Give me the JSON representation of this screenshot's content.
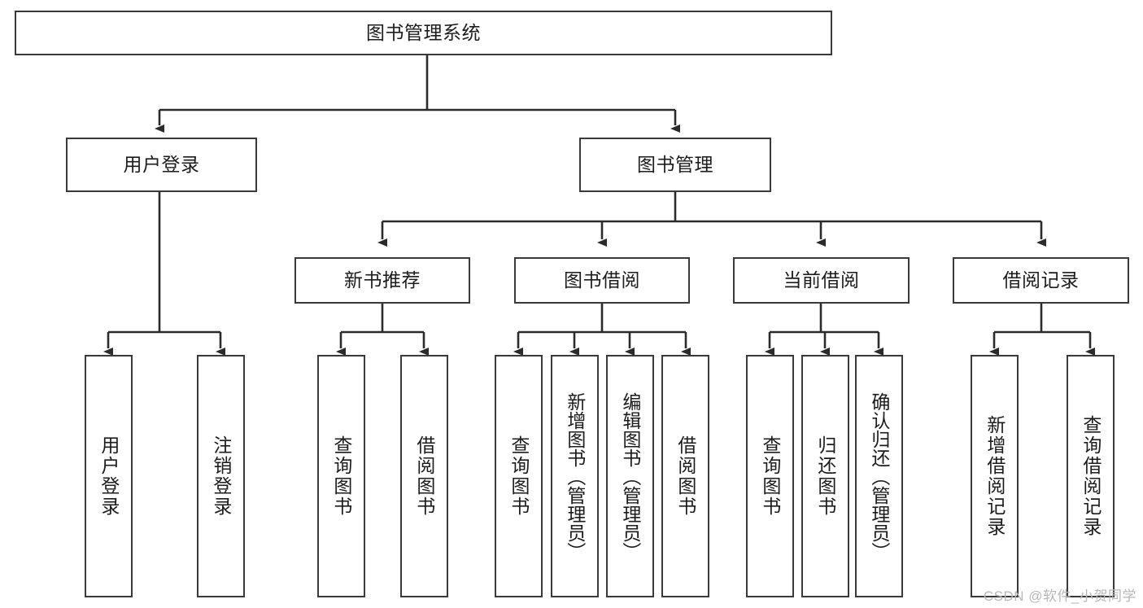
{
  "diagram": {
    "title": "图书管理系统",
    "type": "tree-hierarchy",
    "colors": {
      "box_border": "#3a3a3a",
      "box_fill": "#ffffff",
      "connector": "#2b2b2b",
      "text": "#1c1c1c",
      "watermark": "#b8b8b8",
      "background": "#ffffff"
    },
    "root": {
      "label": "图书管理系统"
    },
    "level2": [
      {
        "label": "用户登录"
      },
      {
        "label": "图书管理"
      }
    ],
    "level3": [
      {
        "label": "新书推荐"
      },
      {
        "label": "图书借阅"
      },
      {
        "label": "当前借阅"
      },
      {
        "label": "借阅记录"
      }
    ],
    "leaves": {
      "user_login": [
        {
          "label": "用户登录"
        },
        {
          "label": "注销登录"
        }
      ],
      "new_book_recommend": [
        {
          "label": "查询图书"
        },
        {
          "label": "借阅图书"
        }
      ],
      "book_borrow": [
        {
          "label": "查询图书"
        },
        {
          "label": "新增图书（管理员）"
        },
        {
          "label": "编辑图书（管理员）"
        },
        {
          "label": "借阅图书"
        }
      ],
      "current_borrow": [
        {
          "label": "查询图书"
        },
        {
          "label": "归还图书"
        },
        {
          "label": "确认归还（管理员）"
        }
      ],
      "borrow_record": [
        {
          "label": "新增借阅记录"
        },
        {
          "label": "查询借阅记录"
        }
      ]
    }
  },
  "watermark": {
    "text": "CSDN @软件_小贺同学"
  }
}
